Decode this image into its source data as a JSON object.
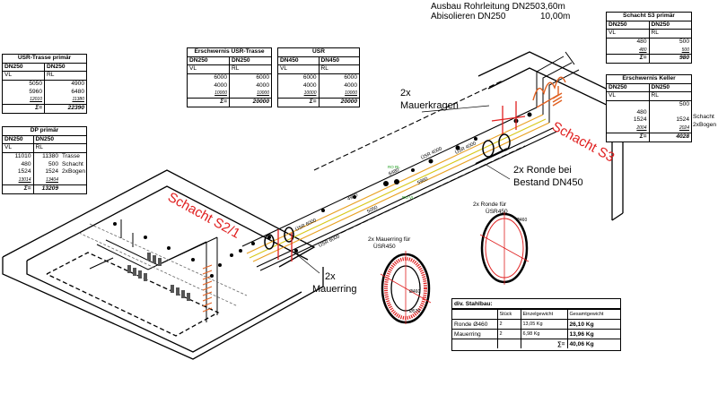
{
  "header": {
    "line1_label": "Ausbau Rohrleitung DN250",
    "line1_value": "3,60m",
    "line2_label": "Abisolieren DN250",
    "line2_value": "10,00m"
  },
  "tables": {
    "uesr_trasse": {
      "title": "ÜSR-Trasse primär",
      "col1": "DN250",
      "col2": "DN250",
      "sub1": "VL",
      "sub2": "RL",
      "rows": [
        [
          "5050",
          "4900"
        ],
        [
          "5960",
          "6480"
        ],
        [
          "12010",
          "11380"
        ]
      ],
      "sum_label": "Σ=",
      "sum": "22390"
    },
    "dp_primaer": {
      "title": "DP primär",
      "col1": "DN250",
      "col2": "DN250",
      "sub1": "VL",
      "sub2": "RL",
      "rows": [
        [
          "11010",
          "11380",
          "Trasse"
        ],
        [
          "480",
          "500",
          "Schacht"
        ],
        [
          "1524",
          "1524",
          "2xBogen"
        ],
        [
          "13014",
          "13404",
          ""
        ]
      ],
      "sum_label": "Σ=",
      "sum": "13209"
    },
    "erschwernis_trasse": {
      "title": "Erschwernis ÜSR-Trasse",
      "col1": "DN250",
      "col2": "DN250",
      "sub1": "VL",
      "sub2": "RL",
      "rows": [
        [
          "6000",
          "6000"
        ],
        [
          "4000",
          "4000"
        ],
        [
          "10000",
          "10000"
        ]
      ],
      "sum_label": "Σ=",
      "sum": "20000"
    },
    "uesr": {
      "title": "ÜSR",
      "col1": "DN450",
      "col2": "DN450",
      "sub1": "VL",
      "sub2": "RL",
      "rows": [
        [
          "6000",
          "6000"
        ],
        [
          "4000",
          "4000"
        ],
        [
          "10000",
          "10000"
        ]
      ],
      "sum_label": "Σ=",
      "sum": "20000"
    },
    "schacht_s3": {
      "title": "Schacht S3 primär",
      "col1": "DN250",
      "col2": "DN250",
      "sub1": "VL",
      "sub2": "RL",
      "rows": [
        [
          "480",
          "500"
        ],
        [
          "480",
          "500"
        ]
      ],
      "sum_label": "Σ=",
      "sum": "980"
    },
    "erschwernis_keller": {
      "title": "Erschwernis Keller",
      "col1": "DN250",
      "col2": "DN250",
      "sub1": "VL",
      "sub2": "RL",
      "rows": [
        [
          "",
          "500",
          ""
        ],
        [
          "480",
          "",
          "Schacht"
        ],
        [
          "1524",
          "1524",
          "2xBogen"
        ],
        [
          "2004",
          "2024",
          ""
        ]
      ],
      "sum_label": "Σ=",
      "sum": "4028"
    }
  },
  "stahlbau": {
    "title": "div. Stahlbau:",
    "headers": [
      "",
      "Stück",
      "Einzelgewicht",
      "Gesamtgewicht"
    ],
    "rows": [
      [
        "Ronde Ø460",
        "2",
        "13,05 Kg",
        "26,10 Kg"
      ],
      [
        "Mauerring",
        "2",
        "6,98 Kg",
        "13,96 Kg"
      ]
    ],
    "sum_label": "∑=",
    "sum": "40,06 Kg"
  },
  "labels": {
    "schacht_s2": "Schacht S2/1",
    "schacht_s3": "Schacht S3",
    "mauerkragen_1": "2x",
    "mauerkragen_2": "Mauerkragen",
    "mauerring_1": "2x",
    "mauerring_2": "Mauerring",
    "ronde_1": "2x Ronde bei",
    "ronde_2": "Bestand DN450",
    "ronde_fuer_1": "2x Ronde für",
    "ronde_fuer_2": "ÜSR450",
    "ronde_dim": "Ø460",
    "mauerring_fuer_1": "2x Mauerring für",
    "mauerring_fuer_2": "ÜSR450",
    "mauerring_dim_inner": "Ø460",
    "mauerring_dim_outer": "Ø570",
    "pipe_uesr_4000_a": "ÜSR 4000",
    "pipe_uesr_4000_b": "ÜSR 4000",
    "pipe_uesr_6000_a": "ÜSR 6000",
    "pipe_uesr_6000_b": "ÜSR 6000",
    "pipe_6480": "6480",
    "pipe_5960": "5960",
    "pipe_4900": "4900",
    "pipe_5050": "5050",
    "node_ro_rl": "RO RL",
    "node_ro_vl": "RO VL"
  },
  "colors": {
    "accent_red": "#e02020",
    "pipe_orange": "#e8a020",
    "pipe_yellow": "#d8c818",
    "insulation": "#e06020"
  }
}
